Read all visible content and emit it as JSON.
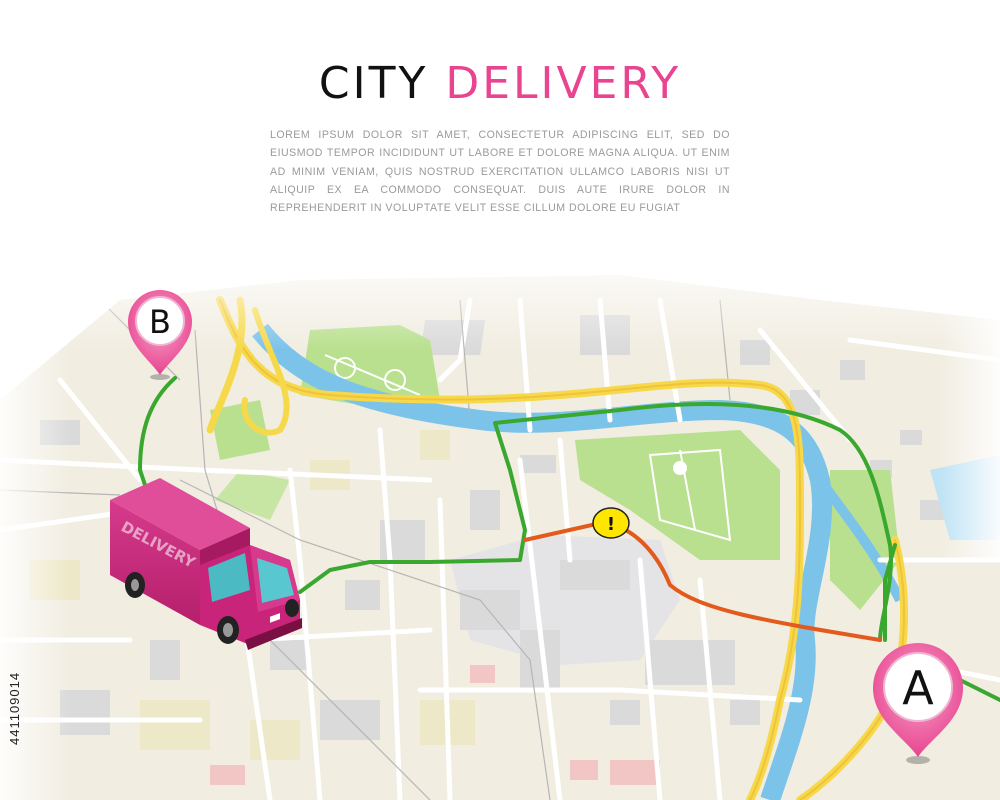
{
  "header": {
    "title_word1": "CITY",
    "title_word2": "DELIVERY",
    "body_text": "LOREM IPSUM DOLOR SIT AMET, CONSECTETUR ADIPISCING ELIT, SED DO EIUSMOD TEMPOR INCIDIDUNT UT LABORE ET DOLORE MAGNA ALIQUA. UT ENIM AD MINIM VENIAM, QUIS NOSTRUD EXERCITATION ULLAMCO LABORIS NISI UT ALIQUIP EX EA COMMODO CONSEQUAT. DUIS AUTE IRURE DOLOR IN REPREHENDERIT IN VOLUPTATE VELIT ESSE CILLUM DOLORE EU FUGIAT"
  },
  "markers": {
    "start_label": "A",
    "end_label": "B",
    "warning_symbol": "!"
  },
  "truck": {
    "side_text": "DELIVERY"
  },
  "stock_id": "441109014",
  "colors": {
    "accent_pink": "#e8448f",
    "route_green": "#3aa82e",
    "route_orange": "#e25a1c",
    "river": "#7cc3ea",
    "park": "#b9e08e",
    "road_yellow": "#f6d94a",
    "truck_body": "#c8257a"
  },
  "icons": {
    "marker_a": "map-pin-icon",
    "marker_b": "map-pin-icon",
    "warning": "warning-icon",
    "vehicle": "delivery-truck-icon"
  }
}
